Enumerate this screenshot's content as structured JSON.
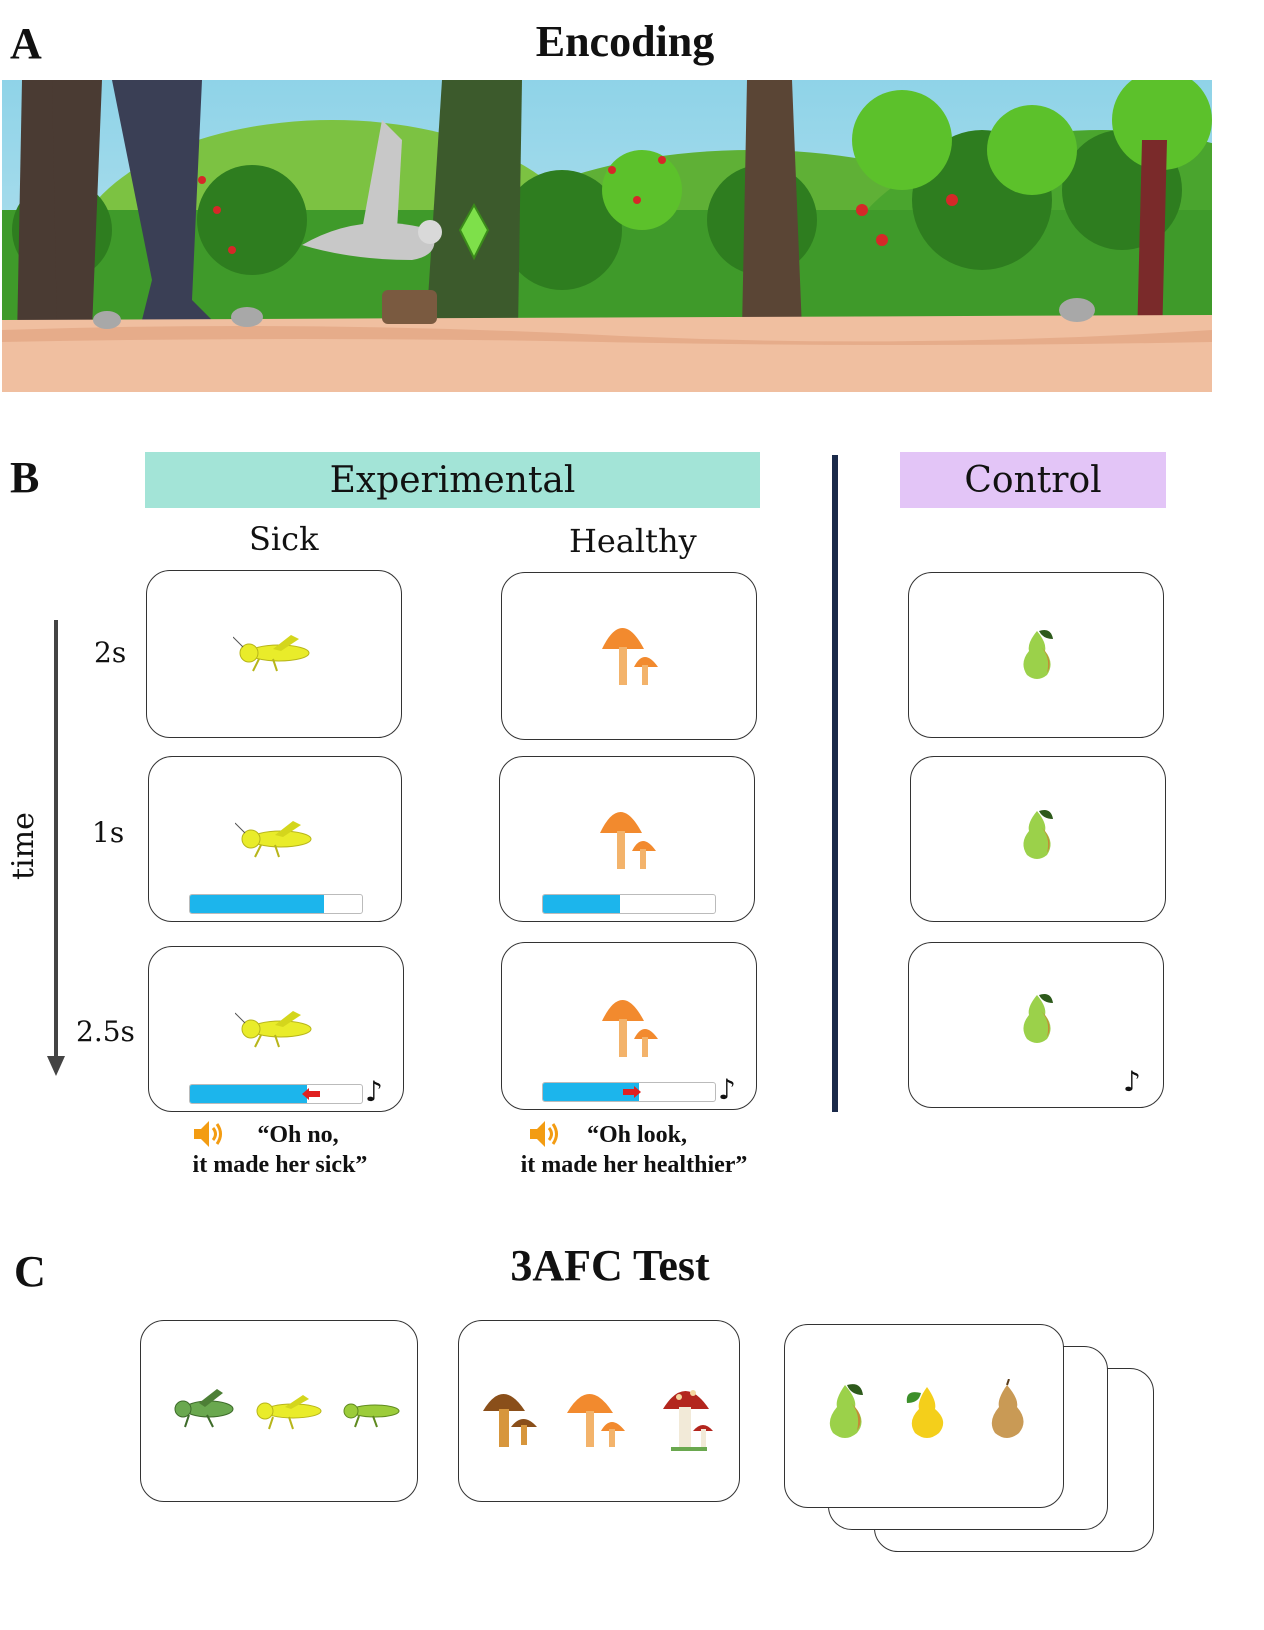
{
  "panel_a": {
    "letter": "A",
    "title": "Encoding",
    "scene_description_icon": "forest-scene"
  },
  "panel_b": {
    "letter": "B",
    "experimental_label": "Experimental",
    "control_label": "Control",
    "experimental_color": "#a3e4d7",
    "control_color": "#e3c5f7",
    "divider_color": "#1b2a4a",
    "col_sick": "Sick",
    "col_healthy": "Healthy",
    "time_axis_label": "time",
    "durations": [
      "2s",
      "1s",
      "2.5s"
    ],
    "bar_color": "#1cb5ec",
    "sick_bar_level": 0.78,
    "healthy_bar_level": 0.45,
    "sick_final_level": 0.68,
    "healthy_final_level": 0.56,
    "music_note": "♪",
    "sick_quote_line1": "“Oh no,",
    "sick_quote_line2": "it made her sick”",
    "healthy_quote_line1": "“Oh look,",
    "healthy_quote_line2": "it made her healthier”",
    "speaker_color": "#f39c12"
  },
  "panel_c": {
    "letter": "C",
    "title": "3AFC Test"
  }
}
